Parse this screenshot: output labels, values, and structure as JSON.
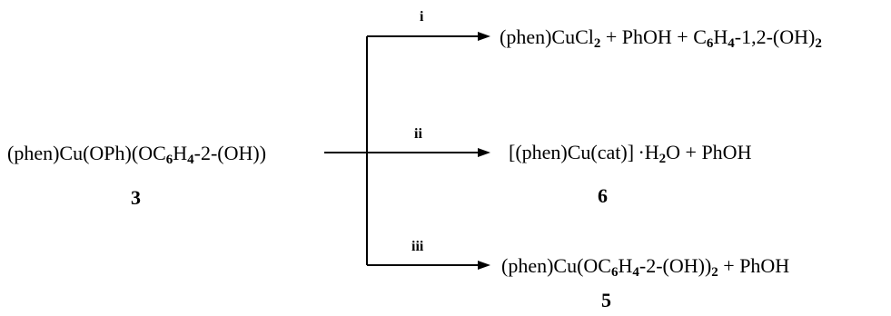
{
  "reactant": {
    "parts": [
      "(phen)Cu(OPh)(OC",
      "6",
      "H",
      "4",
      "-2-(OH))"
    ],
    "number": "3"
  },
  "branches": [
    {
      "label": "i",
      "product_parts": [
        "(phen)CuCl",
        "2",
        " + PhOH + C",
        "6",
        "H",
        "4",
        "-1,2-(OH)",
        "2"
      ],
      "number": ""
    },
    {
      "label": "ii",
      "product_parts": [
        "[(phen)Cu(cat)] ·H",
        "2",
        "O + PhOH"
      ],
      "number": "6"
    },
    {
      "label": "iii",
      "product_parts": [
        "(phen)Cu(OC",
        "6",
        "H",
        "4",
        "-2-(OH))",
        "2",
        " + PhOH"
      ],
      "number": "5"
    }
  ]
}
